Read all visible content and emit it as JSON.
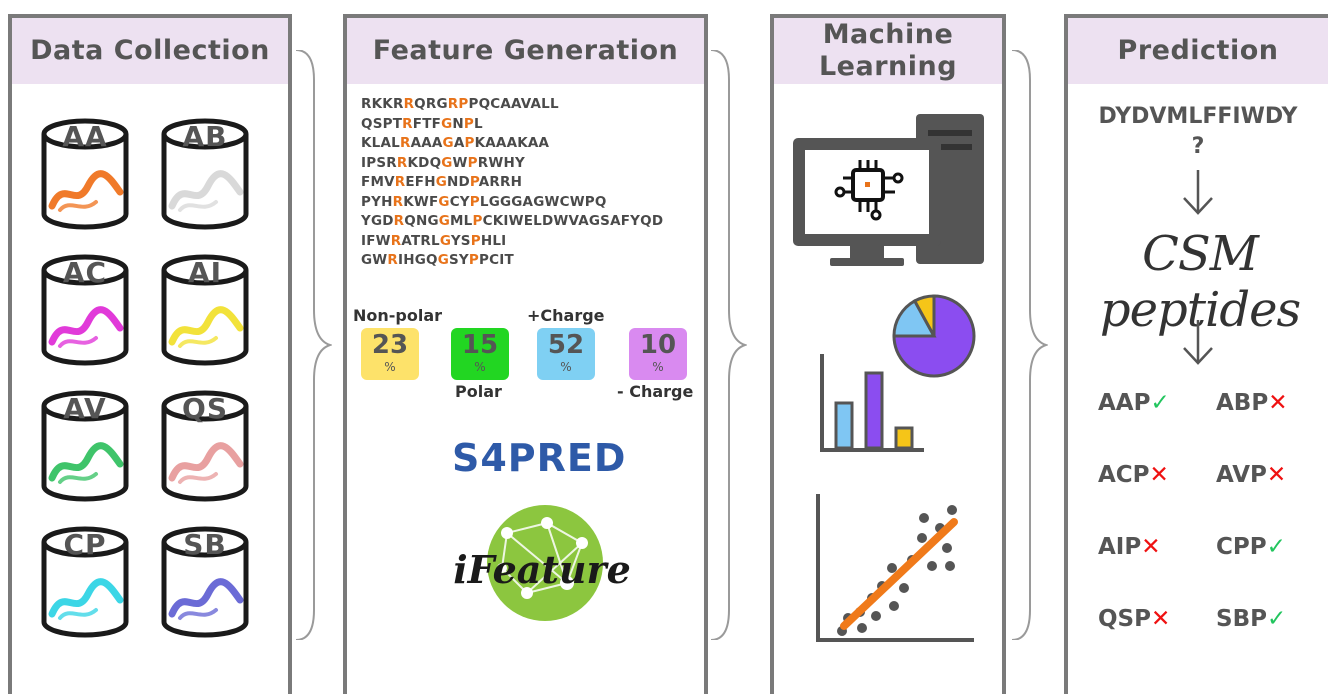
{
  "panels": {
    "data_collection": {
      "title": "Data Collection"
    },
    "feature_generation": {
      "title": "Feature Generation"
    },
    "machine_learning": {
      "title_line1": "Machine",
      "title_line2": "Learning"
    },
    "prediction": {
      "title": "Prediction"
    }
  },
  "datasets": [
    {
      "label": "AA",
      "color": "#f07a2a"
    },
    {
      "label": "AB",
      "color": "#d9d9d9"
    },
    {
      "label": "AC",
      "color": "#e13ad9"
    },
    {
      "label": "AI",
      "color": "#f2e23a"
    },
    {
      "label": "AV",
      "color": "#3fc46a"
    },
    {
      "label": "QS",
      "color": "#e8a0a0"
    },
    {
      "label": "CP",
      "color": "#3cd6e6"
    },
    {
      "label": "SB",
      "color": "#6b6bd6"
    }
  ],
  "sequences": [
    {
      "text": "RKKRRQRGRPPQCAAVALL",
      "hl": [
        4,
        8,
        9
      ]
    },
    {
      "text": "QSPTRFTFGNPL",
      "hl": [
        4,
        8,
        10
      ]
    },
    {
      "text": "KLALRAAAGAPKAAAKAA",
      "hl": [
        4,
        8,
        10
      ]
    },
    {
      "text": "IPSRRKDQGWPRWHY",
      "hl": [
        4,
        8,
        10
      ]
    },
    {
      "text": "FMVREFHGNDPARRH",
      "hl": [
        3,
        7,
        10
      ]
    },
    {
      "text": "PYHRKWFGCYPLGGGAGWCWPQ",
      "hl": [
        3,
        7,
        10
      ]
    },
    {
      "text": "YGDRQNGGMLPCKIWELDWVAGSAFYQD",
      "hl": [
        3,
        7,
        10
      ]
    },
    {
      "text": "IFWRATRLGYSPHLI",
      "hl": [
        3,
        8,
        11
      ]
    },
    {
      "text": "GWRIHGQGSYPPCIT",
      "hl": [
        2,
        7,
        10
      ]
    }
  ],
  "composition": {
    "nonpolar": {
      "label": "Non-polar",
      "value": "23",
      "unit": "%",
      "color": "#fde26a"
    },
    "polar": {
      "label": "Polar",
      "value": "15",
      "unit": "%",
      "color": "#22d622"
    },
    "pos_charge": {
      "label": "+Charge",
      "value": "52",
      "unit": "%",
      "color": "#7fd0f3"
    },
    "neg_charge": {
      "label": "- Charge",
      "value": "10",
      "unit": "%",
      "color": "#d98af0"
    }
  },
  "tools": {
    "s4pred": {
      "text": "S4PRED",
      "color": "#2e5aa8"
    },
    "ifeature": {
      "text": "iFeature",
      "color": "#1a1a1a",
      "globe_color": "#8cc63f"
    }
  },
  "icons": [
    "computer-icon",
    "chip-icon",
    "pie-chart-icon",
    "bar-chart-icon",
    "scatter-plot-icon"
  ],
  "bar_chart": {
    "values": [
      0.45,
      0.75,
      0.2
    ],
    "colors": [
      "#7fc6f3",
      "#8b4df0",
      "#f5c518"
    ]
  },
  "pie_chart": {
    "fractions": [
      0.75,
      0.17,
      0.08
    ],
    "colors": [
      "#8b4df0",
      "#7fc6f3",
      "#f5c518"
    ]
  },
  "prediction": {
    "query_sequence": "DYDVMLFFIWDY",
    "question_mark": "?",
    "model_name": "CSM peptides",
    "results_rows": [
      [
        {
          "label": "AAP",
          "positive": true,
          "mark": "✓"
        },
        {
          "label": "ABP",
          "positive": false,
          "mark": "✕"
        }
      ],
      [
        {
          "label": "ACP",
          "positive": false,
          "mark": "✕"
        },
        {
          "label": "AVP",
          "positive": false,
          "mark": "✕"
        }
      ],
      [
        {
          "label": "AIP",
          "positive": false,
          "mark": "✕"
        },
        {
          "label": "CPP",
          "positive": true,
          "mark": "✓"
        }
      ],
      [
        {
          "label": "QSP",
          "positive": false,
          "mark": "✕"
        },
        {
          "label": "SBP",
          "positive": true,
          "mark": "✓"
        }
      ]
    ]
  }
}
